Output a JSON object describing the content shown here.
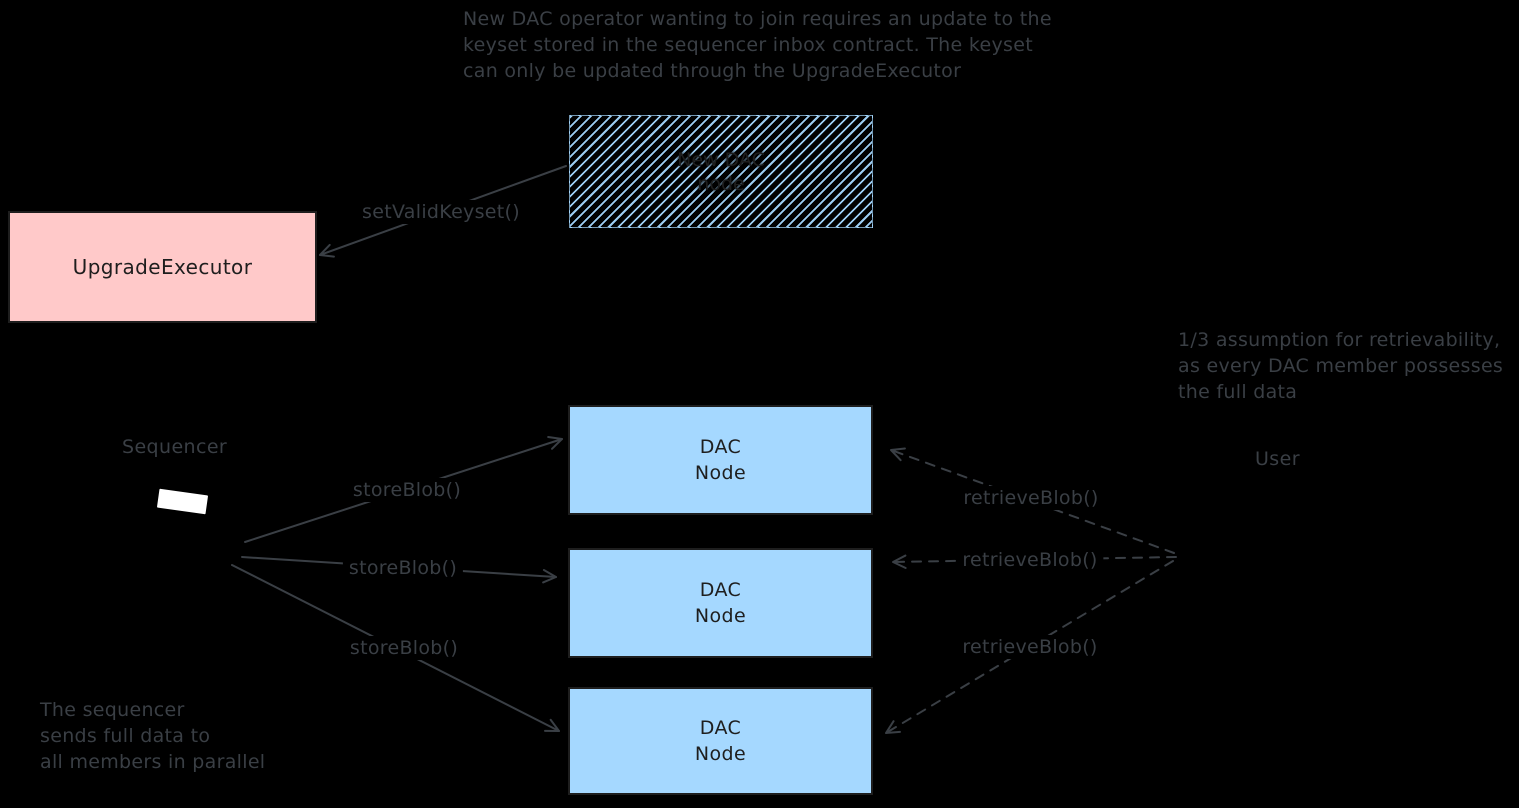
{
  "background": "#000000",
  "colors": {
    "box_blue": "#a5d8ff",
    "box_pink": "#ffc9c9",
    "box_text_dark": "#1e1e1e",
    "line_gray": "#3a3f45",
    "laptop_screen_white": "#ffffff"
  },
  "notes": {
    "keyset_update": "New DAC operator wanting to join requires an update to the\nkeyset stored in the sequencer inbox contract. The keyset\ncan only be updated through the UpgradeExecutor",
    "retrievability": "1/3 assumption for retrievability,\nas every DAC member possesses\nthe full data",
    "parallel_send": "The sequencer\nsends full data to\nall members in parallel"
  },
  "nodes": {
    "new_dac_node": {
      "label": "New DAC\nnode"
    },
    "upgrade_executor": {
      "label": "UpgradeExecutor"
    },
    "dac_nodes": [
      {
        "label": "DAC\nNode"
      },
      {
        "label": "DAC\nNode"
      },
      {
        "label": "DAC\nNode"
      }
    ]
  },
  "actors": {
    "sequencer": {
      "label": "Sequencer"
    },
    "user": {
      "label": "User"
    }
  },
  "edges": {
    "set_valid_keyset": {
      "label": "setValidKeyset()"
    },
    "store_blob": [
      {
        "label": "storeBlob()"
      },
      {
        "label": "storeBlob()"
      },
      {
        "label": "storeBlob()"
      }
    ],
    "retrieve_blob": [
      {
        "label": "retrieveBlob()"
      },
      {
        "label": "retrieveBlob()"
      },
      {
        "label": "retrieveBlob()"
      }
    ]
  },
  "icons": {
    "sequencer_laptop_screen": "laptop-screen"
  }
}
